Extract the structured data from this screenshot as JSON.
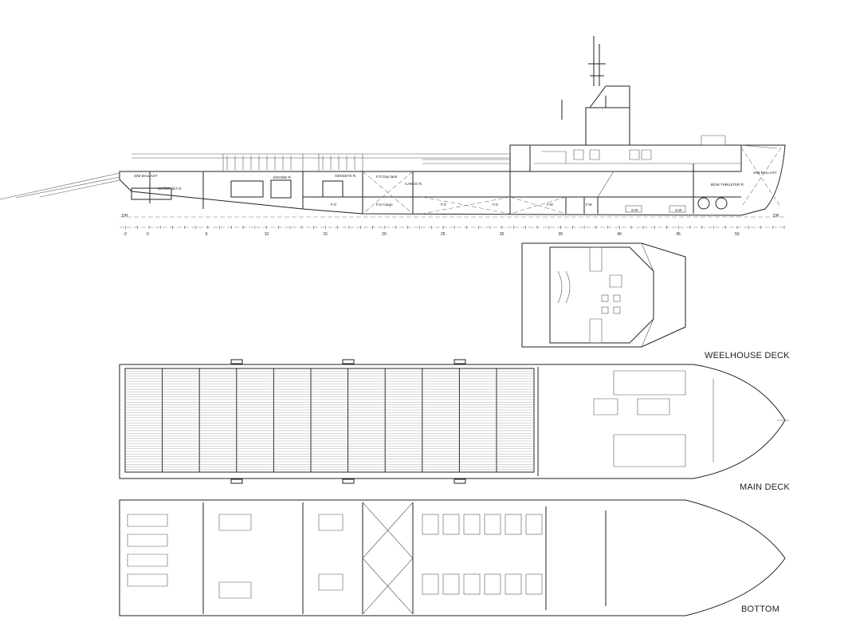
{
  "views": {
    "wheelhouse_title": "WEELHOUSE DECK",
    "main_deck_title": "MAIN DECK",
    "bottom_title": "BOTTOM"
  },
  "profile": {
    "compartments": {
      "sw_ballast_aft": "S/W BALLAST",
      "water_jet": "WATER JET R.",
      "engine": "ENGINE R.",
      "gensets": "GENSETS R.",
      "fo_day_tank": "F.O Day tank",
      "cargo": "CARGO R.",
      "fo_1": "F.O",
      "fo_cargo": "F.O Cargo",
      "fo_2": "F.O",
      "fo_3": "F.O",
      "fw_1": "F.W",
      "fw_2": "F.W",
      "sw_1": "S.W",
      "sw_2": "S.W",
      "bow_thruster": "BOW THRUSTER R.",
      "sw_ballast_fwd": "S/W BALLAST"
    },
    "baseline_label": "DH",
    "scale_labels": [
      "-2",
      "0",
      "5",
      "10",
      "15",
      "20",
      "25",
      "30",
      "35",
      "40",
      "45",
      "50"
    ]
  }
}
